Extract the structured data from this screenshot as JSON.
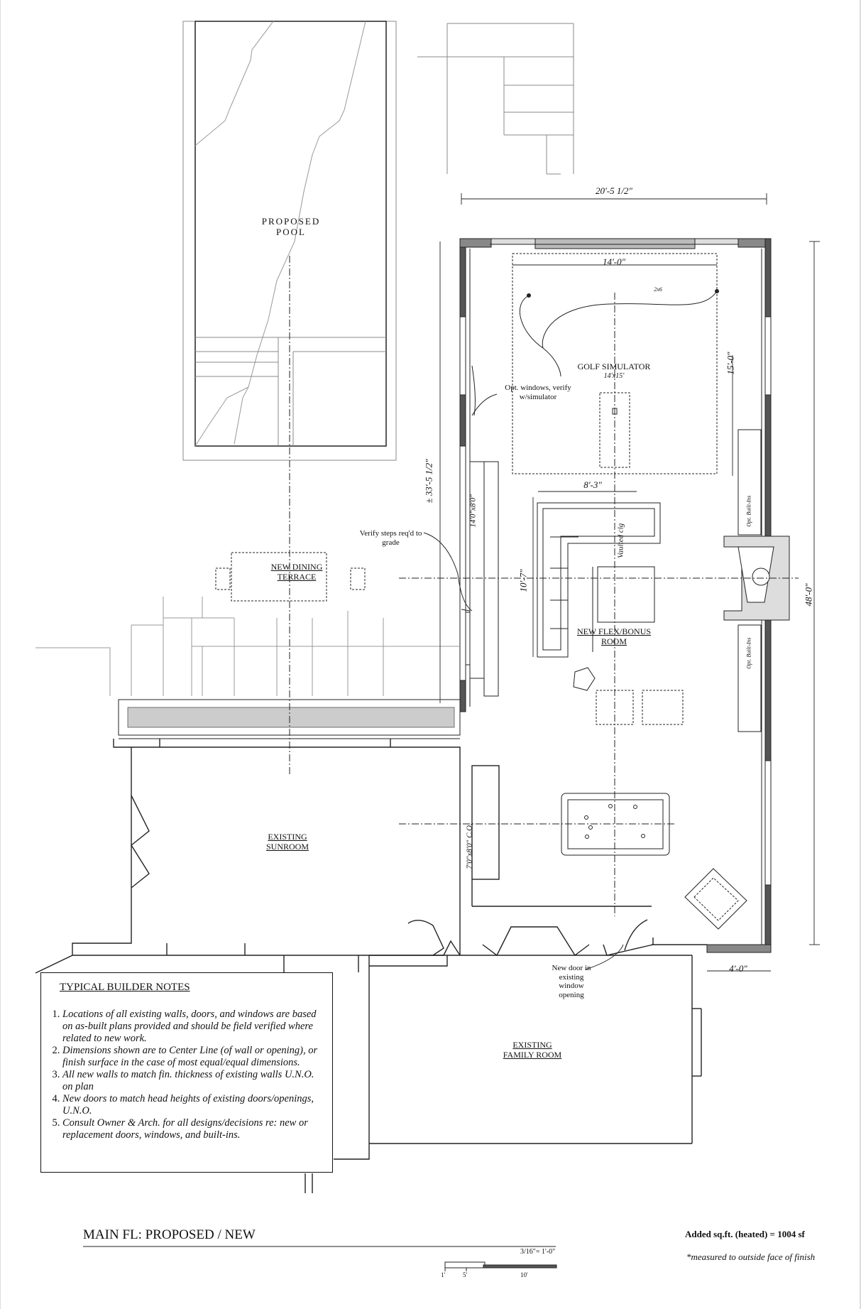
{
  "plan": {
    "title": "MAIN FL: PROPOSED / NEW",
    "added_sqft": "Added sq.ft. (heated) = 1004 sf",
    "measured_note": "*measured to outside face of finish",
    "scale": {
      "label": "3/16\"= 1'-0\"",
      "ticks": [
        "1'",
        "5'",
        "10'"
      ]
    }
  },
  "rooms": {
    "pool": [
      "PROPOSED",
      "POOL"
    ],
    "golf": "GOLF SIMULATOR",
    "golf_size": "14'x15'",
    "dining": [
      "NEW DINING",
      "TERRACE"
    ],
    "flex": [
      "NEW FLEX/BONUS",
      "ROOM"
    ],
    "sunroom": [
      "EXISTING",
      "SUNROOM"
    ],
    "family": [
      "EXISTING",
      "FAMILY ROOM"
    ]
  },
  "dimensions": {
    "overall_width": "20'-5 1/2\"",
    "golf_width": "14'-0\"",
    "golf_depth": "15'-0\"",
    "sofa_width": "8'-3\"",
    "sofa_depth": "10'-7\"",
    "overall_depth": "48'-0\"",
    "terrace_depth": "± 33'-5 1/2\"",
    "offset": "4'-0\"",
    "door_upper": "14'0\"x8'0\"",
    "door_lower": "7'0\"x8'0\" C.O.",
    "tag_2x6": "2x6"
  },
  "annotations": {
    "opt_windows": [
      "Opt. windows, verify",
      "w/simulator"
    ],
    "verify_steps": [
      "Verify steps req'd to",
      "grade"
    ],
    "new_door": [
      "New door in",
      "existing",
      "window",
      "opening"
    ],
    "vaulted": "Vaulted clg",
    "builtin": "Opt. Built-Ins"
  },
  "notes": {
    "heading": "TYPICAL BUILDER NOTES",
    "items": [
      "Locations of all existing walls, doors, and windows are based on as-built plans provided and should be field verified where related to new work.",
      "Dimensions shown are to Center Line (of wall or opening), or finish surface in the case of most equal/equal dimensions.",
      "All new walls to match fin. thickness of existing walls U.N.O. on plan",
      "New doors to match head heights of existing doors/openings, U.N.O.",
      "Consult Owner & Arch. for all designs/decisions re: new or replacement doors, windows, and built-ins."
    ]
  }
}
